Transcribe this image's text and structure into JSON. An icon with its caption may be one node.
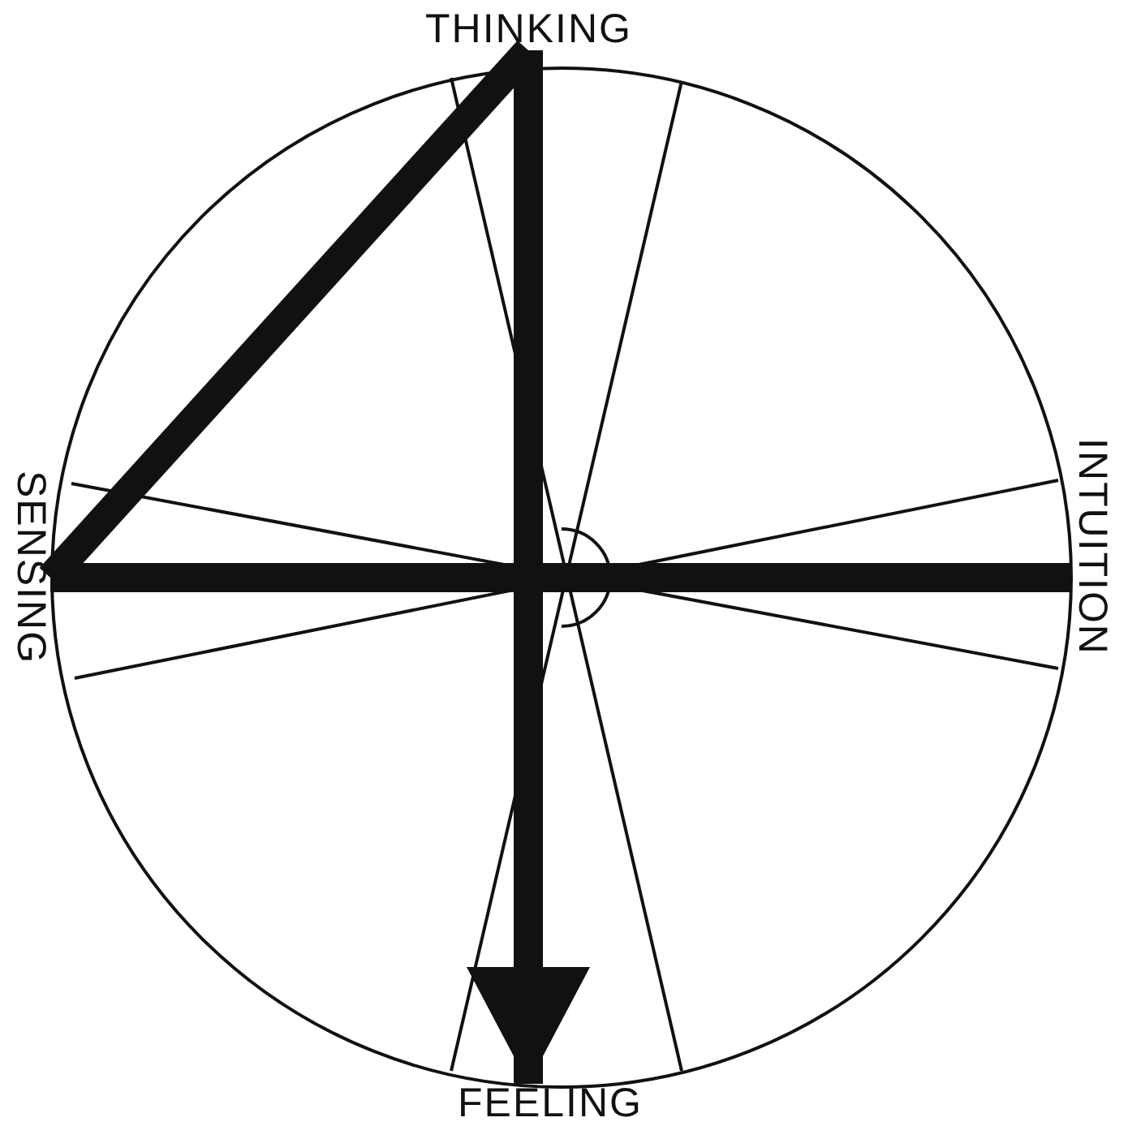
{
  "diagram": {
    "nodes": [
      {
        "text": [
          "THINKING"
        ]
      },
      {
        "text": [
          "SENSING"
        ]
      },
      {
        "text": [
          "INTUITION"
        ]
      },
      {
        "text": [
          "FEELING"
        ]
      }
    ],
    "edges": [
      {
        "from": 1,
        "to": 0,
        "arrow": "none"
      },
      {
        "from": 0,
        "to": 3,
        "arrow": "to"
      },
      {
        "from": 1,
        "to": 2,
        "arrow": "none"
      }
    ]
  }
}
